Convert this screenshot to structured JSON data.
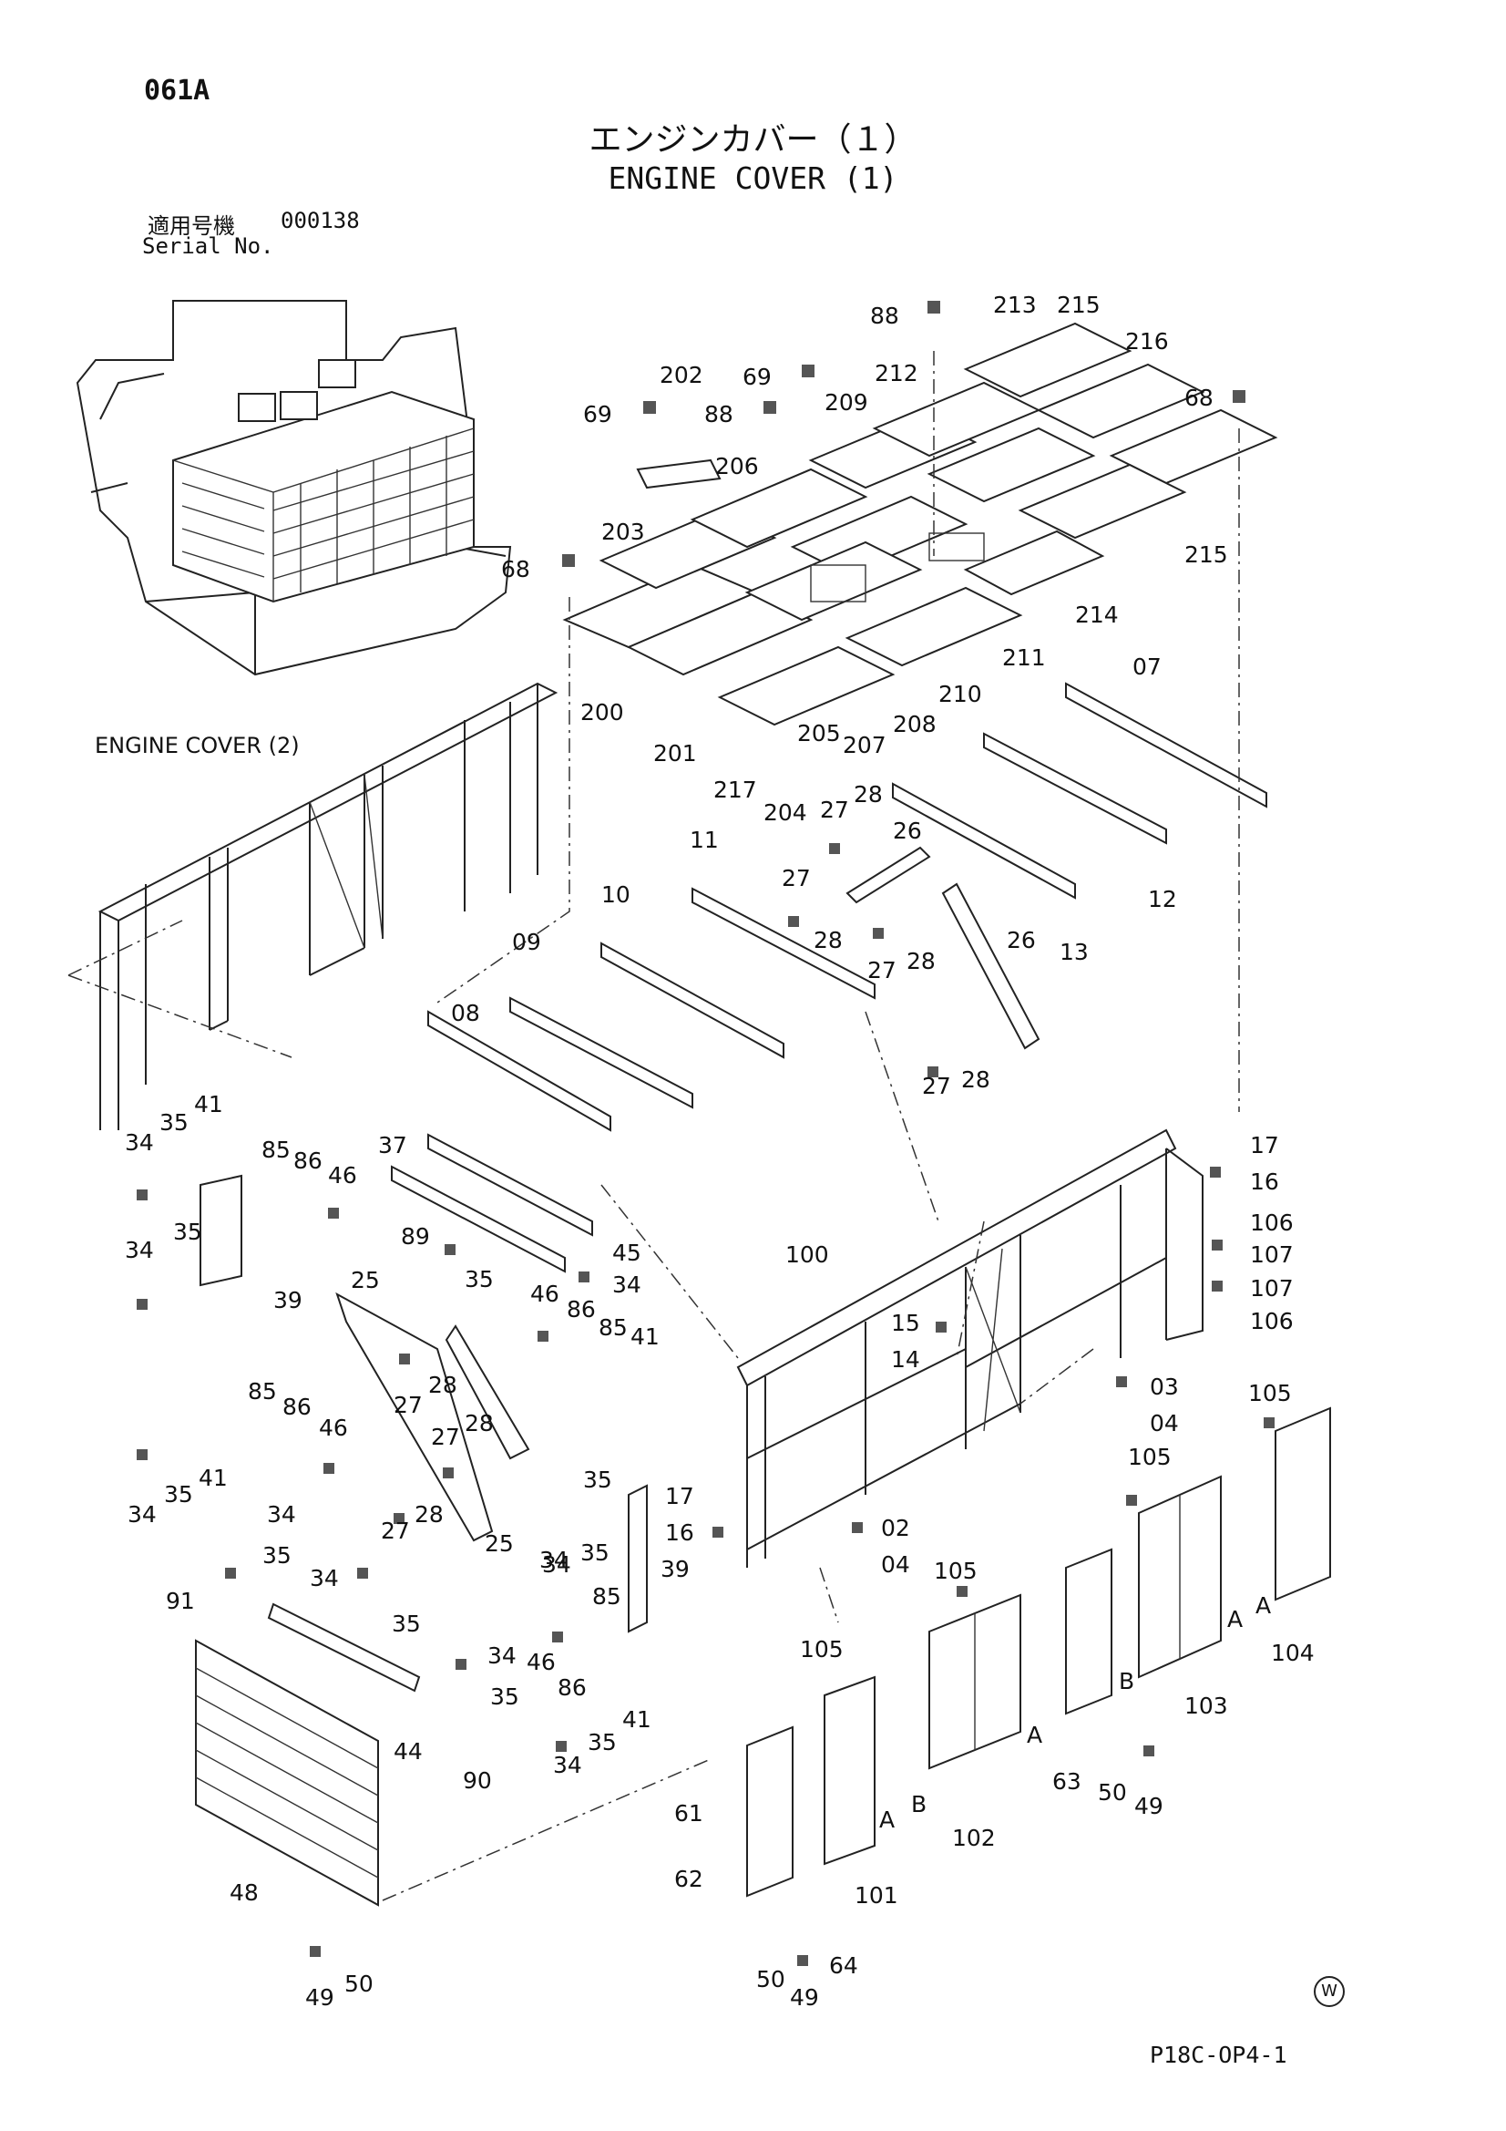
{
  "header": {
    "page_code": "061A",
    "title_jp": "エンジンカバー（１）",
    "title_en": "ENGINE COVER (1)",
    "serial_label_jp": "適用号機",
    "serial_value": "000138",
    "serial_label_en": "Serial No."
  },
  "reference_label": "ENGINE COVER (2)",
  "drawing_code": "P18C-OP4-1",
  "w_mark": "W",
  "part_labels": [
    {
      "id": "88",
      "text": "88"
    },
    {
      "id": "213",
      "text": "213"
    },
    {
      "id": "215",
      "text": "215"
    },
    {
      "id": "216",
      "text": "216"
    },
    {
      "id": "202",
      "text": "202"
    },
    {
      "id": "69",
      "text": "69"
    },
    {
      "id": "212",
      "text": "212"
    },
    {
      "id": "69",
      "text": "69"
    },
    {
      "id": "88",
      "text": "88"
    },
    {
      "id": "209",
      "text": "209"
    },
    {
      "id": "68",
      "text": "68"
    },
    {
      "id": "206",
      "text": "206"
    },
    {
      "id": "203",
      "text": "203"
    },
    {
      "id": "68",
      "text": "68"
    },
    {
      "id": "215",
      "text": "215"
    },
    {
      "id": "214",
      "text": "214"
    },
    {
      "id": "211",
      "text": "211"
    },
    {
      "id": "210",
      "text": "210"
    },
    {
      "id": "200",
      "text": "200"
    },
    {
      "id": "201",
      "text": "201"
    },
    {
      "id": "207",
      "text": "207"
    },
    {
      "id": "208",
      "text": "208"
    },
    {
      "id": "205",
      "text": "205"
    },
    {
      "id": "217",
      "text": "217"
    },
    {
      "id": "204",
      "text": "204"
    },
    {
      "id": "07",
      "text": "07"
    },
    {
      "id": "28",
      "text": "28"
    },
    {
      "id": "27",
      "text": "27"
    },
    {
      "id": "26",
      "text": "26"
    },
    {
      "id": "11",
      "text": "11"
    },
    {
      "id": "12",
      "text": "12"
    },
    {
      "id": "10",
      "text": "10"
    },
    {
      "id": "27",
      "text": "27"
    },
    {
      "id": "28",
      "text": "28"
    },
    {
      "id": "26",
      "text": "26"
    },
    {
      "id": "13",
      "text": "13"
    },
    {
      "id": "27",
      "text": "27"
    },
    {
      "id": "28",
      "text": "28"
    },
    {
      "id": "09",
      "text": "09"
    },
    {
      "id": "08",
      "text": "08"
    },
    {
      "id": "27",
      "text": "27"
    },
    {
      "id": "28",
      "text": "28"
    },
    {
      "id": "41",
      "text": "41"
    },
    {
      "id": "35",
      "text": "35"
    },
    {
      "id": "34",
      "text": "34"
    },
    {
      "id": "85",
      "text": "85"
    },
    {
      "id": "86",
      "text": "86"
    },
    {
      "id": "46",
      "text": "46"
    },
    {
      "id": "37",
      "text": "37"
    },
    {
      "id": "17",
      "text": "17"
    },
    {
      "id": "16",
      "text": "16"
    },
    {
      "id": "106",
      "text": "106"
    },
    {
      "id": "107",
      "text": "107"
    },
    {
      "id": "89",
      "text": "89"
    },
    {
      "id": "45",
      "text": "45"
    },
    {
      "id": "34",
      "text": "34"
    },
    {
      "id": "35",
      "text": "35"
    },
    {
      "id": "35",
      "text": "35"
    },
    {
      "id": "34",
      "text": "34"
    },
    {
      "id": "39",
      "text": "39"
    },
    {
      "id": "100",
      "text": "100"
    },
    {
      "id": "107",
      "text": "107"
    },
    {
      "id": "106",
      "text": "106"
    },
    {
      "id": "25",
      "text": "25"
    },
    {
      "id": "46",
      "text": "46"
    },
    {
      "id": "86",
      "text": "86"
    },
    {
      "id": "85",
      "text": "85"
    },
    {
      "id": "15",
      "text": "15"
    },
    {
      "id": "14",
      "text": "14"
    },
    {
      "id": "27",
      "text": "27"
    },
    {
      "id": "28",
      "text": "28"
    },
    {
      "id": "41",
      "text": "41"
    },
    {
      "id": "03",
      "text": "03"
    },
    {
      "id": "04",
      "text": "04"
    },
    {
      "id": "105",
      "text": "105"
    },
    {
      "id": "85",
      "text": "85"
    },
    {
      "id": "86",
      "text": "86"
    },
    {
      "id": "46",
      "text": "46"
    },
    {
      "id": "27",
      "text": "27"
    },
    {
      "id": "28",
      "text": "28"
    },
    {
      "id": "105",
      "text": "105"
    },
    {
      "id": "34",
      "text": "34"
    },
    {
      "id": "35",
      "text": "35"
    },
    {
      "id": "41",
      "text": "41"
    },
    {
      "id": "35",
      "text": "35"
    },
    {
      "id": "17",
      "text": "17"
    },
    {
      "id": "34",
      "text": "34"
    },
    {
      "id": "16",
      "text": "16"
    },
    {
      "id": "27",
      "text": "27"
    },
    {
      "id": "28",
      "text": "28"
    },
    {
      "id": "25",
      "text": "25"
    },
    {
      "id": "35",
      "text": "35"
    },
    {
      "id": "02",
      "text": "02"
    },
    {
      "id": "34",
      "text": "34"
    },
    {
      "id": "35",
      "text": "35"
    },
    {
      "id": "34",
      "text": "34"
    },
    {
      "id": "39",
      "text": "39"
    },
    {
      "id": "04",
      "text": "04"
    },
    {
      "id": "91",
      "text": "91"
    },
    {
      "id": "34",
      "text": "34"
    },
    {
      "id": "105",
      "text": "105"
    },
    {
      "id": "35",
      "text": "35"
    },
    {
      "id": "85",
      "text": "85"
    },
    {
      "id": "A",
      "text": "A"
    },
    {
      "id": "A",
      "text": "A"
    },
    {
      "id": "104",
      "text": "104"
    },
    {
      "id": "34",
      "text": "34"
    },
    {
      "id": "46",
      "text": "46"
    },
    {
      "id": "105",
      "text": "105"
    },
    {
      "id": "B",
      "text": "B"
    },
    {
      "id": "35",
      "text": "35"
    },
    {
      "id": "86",
      "text": "86"
    },
    {
      "id": "41",
      "text": "41"
    },
    {
      "id": "103",
      "text": "103"
    },
    {
      "id": "A",
      "text": "A"
    },
    {
      "id": "44",
      "text": "44"
    },
    {
      "id": "90",
      "text": "90"
    },
    {
      "id": "34",
      "text": "34"
    },
    {
      "id": "35",
      "text": "35"
    },
    {
      "id": "63",
      "text": "63"
    },
    {
      "id": "50",
      "text": "50"
    },
    {
      "id": "49",
      "text": "49"
    },
    {
      "id": "B",
      "text": "B"
    },
    {
      "id": "A",
      "text": "A"
    },
    {
      "id": "61",
      "text": "61"
    },
    {
      "id": "102",
      "text": "102"
    },
    {
      "id": "62",
      "text": "62"
    },
    {
      "id": "101",
      "text": "101"
    },
    {
      "id": "48",
      "text": "48"
    },
    {
      "id": "64",
      "text": "64"
    },
    {
      "id": "49",
      "text": "49"
    },
    {
      "id": "50",
      "text": "50"
    },
    {
      "id": "50",
      "text": "50"
    },
    {
      "id": "49",
      "text": "49"
    }
  ]
}
